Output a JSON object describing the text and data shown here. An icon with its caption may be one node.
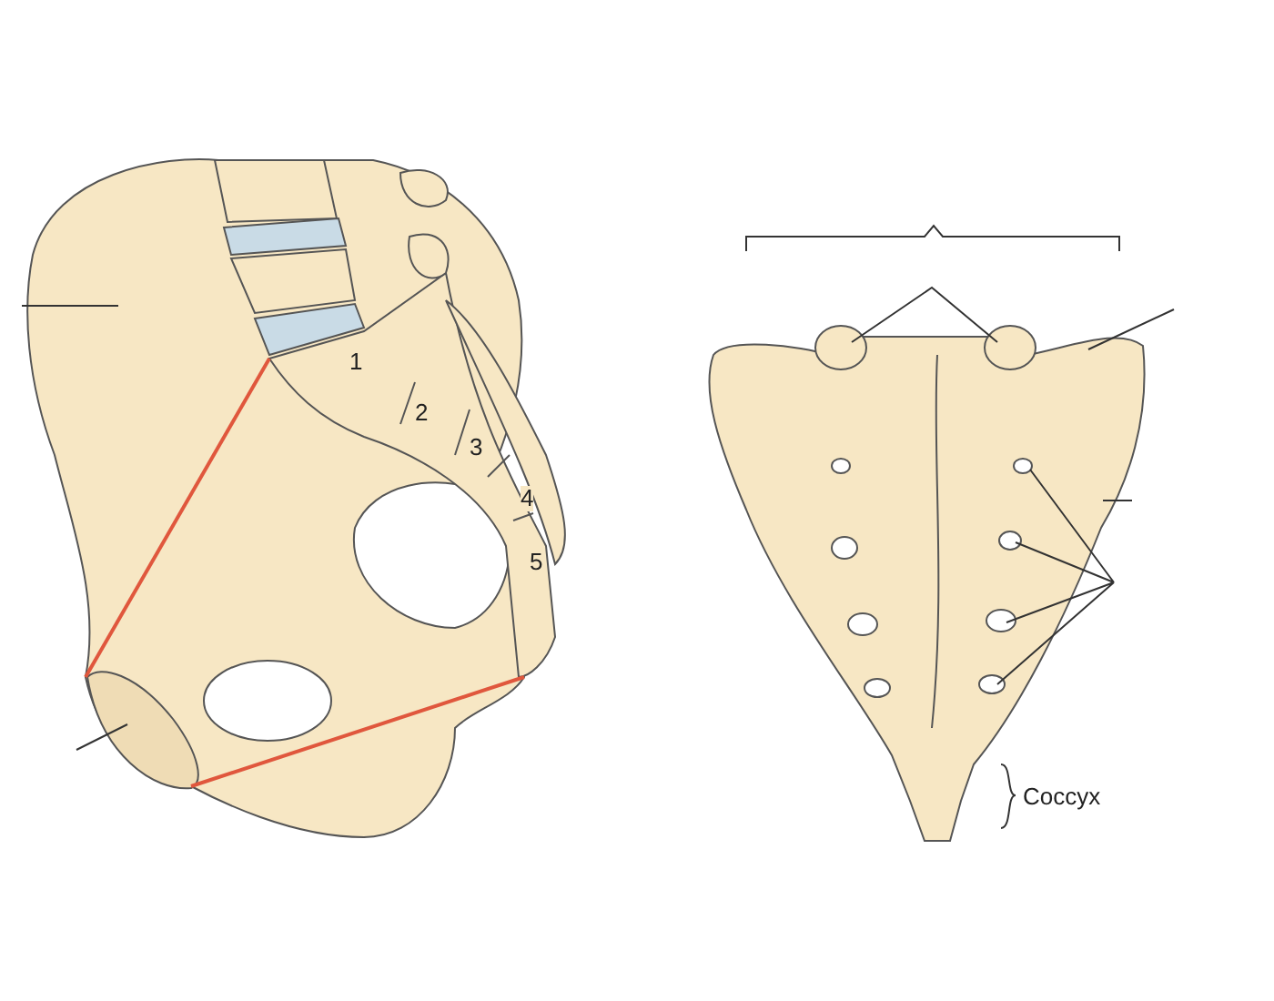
{
  "diagram": {
    "labels": [
      "1",
      "2",
      "3",
      "4",
      "5",
      "Coccyx"
    ]
  }
}
